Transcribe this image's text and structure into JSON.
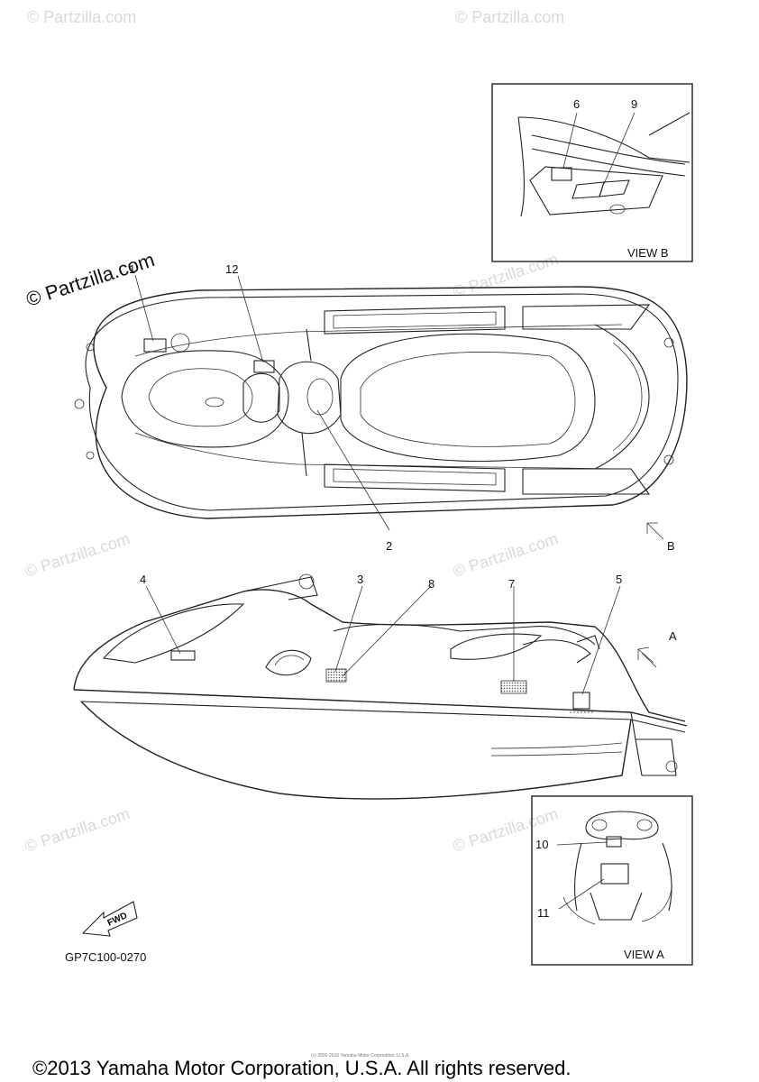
{
  "watermark": {
    "text": "© Partzilla.com"
  },
  "callouts": {
    "c1": "1",
    "c2": "2",
    "c3": "3",
    "c4": "4",
    "c5": "5",
    "c6": "6",
    "c7": "7",
    "c8": "8",
    "c9": "9",
    "c10": "10",
    "c11": "11",
    "c12": "12",
    "view_a_arrow": "A",
    "view_b_arrow": "B"
  },
  "insets": {
    "view_b_label": "VIEW B",
    "view_a_label": "VIEW A"
  },
  "fwd_label": "FWD",
  "drawing_code": "GP7C100-0270",
  "fine_print": "(c) 2005-2016 Yamaha Motor Corporation, U.S.A.",
  "copyright": "©2013 Yamaha Motor Corporation, U.S.A. All rights reserved."
}
